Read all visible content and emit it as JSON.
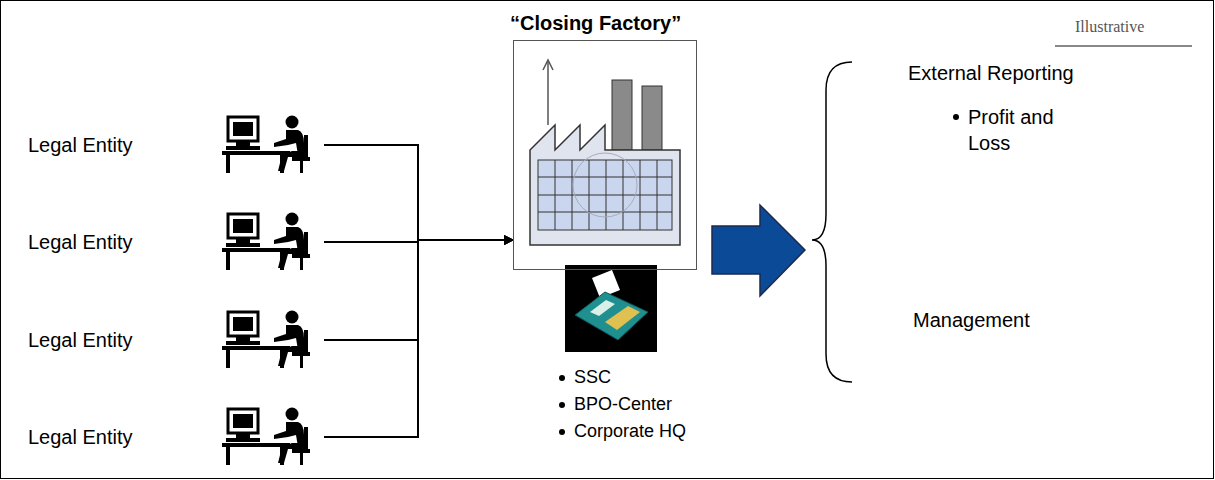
{
  "diagram": {
    "nodes": [
      {
        "text": [
          "Legal Entity"
        ]
      },
      {
        "text": [
          "Legal Entity"
        ]
      },
      {
        "text": [
          "Legal Entity"
        ]
      },
      {
        "text": [
          "Legal Entity"
        ]
      },
      {
        "text": [
          "“Closing Factory”"
        ]
      }
    ],
    "edges": [
      {
        "from": 0,
        "to": 4,
        "arrow": "to"
      },
      {
        "from": 1,
        "to": 4,
        "arrow": "to"
      },
      {
        "from": 2,
        "to": 4,
        "arrow": "to"
      },
      {
        "from": 3,
        "to": 4,
        "arrow": "to"
      }
    ],
    "labels": [
      "Illustrative",
      "SSC",
      "BPO-Center",
      "Corporate HQ",
      "External Reporting",
      "Profit and Loss",
      "Management"
    ]
  }
}
